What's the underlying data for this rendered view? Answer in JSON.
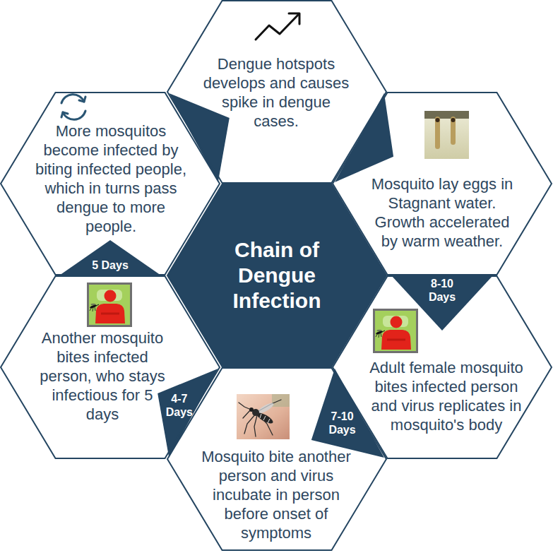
{
  "diagram": {
    "nodes": [
      {
        "text": [
          "Chain of Dengue Infection"
        ]
      },
      {
        "text": [
          "Mosquito lay eggs in Stagnant water. Growth accelerated by warm weather."
        ]
      },
      {
        "text": [
          "Adult female mosquito bites infected person and virus replicates in mosquito's body"
        ]
      },
      {
        "text": [
          "Mosquito bite another person and virus incubate in person before onset of symptoms"
        ]
      },
      {
        "text": [
          "Another mosquito bites infected person, who stays infectious for 5 days"
        ]
      },
      {
        "text": [
          "More mosquitos become infected by biting infected people, which in turns pass dengue to more people."
        ]
      },
      {
        "text": [
          "Dengue hotspots develops and causes spike in dengue cases."
        ]
      }
    ],
    "edges": [
      {
        "from": 1,
        "to": 2,
        "label": "8-10 Days",
        "arrow": "to"
      },
      {
        "from": 2,
        "to": 3,
        "label": "7-10 Days",
        "arrow": "to"
      },
      {
        "from": 3,
        "to": 4,
        "label": "4-7 Days",
        "arrow": "to"
      },
      {
        "from": 4,
        "to": 5,
        "label": "5 Days",
        "arrow": "to"
      },
      {
        "from": 5,
        "to": 6,
        "arrow": "to"
      },
      {
        "from": 6,
        "to": 1,
        "arrow": "to"
      }
    ]
  }
}
